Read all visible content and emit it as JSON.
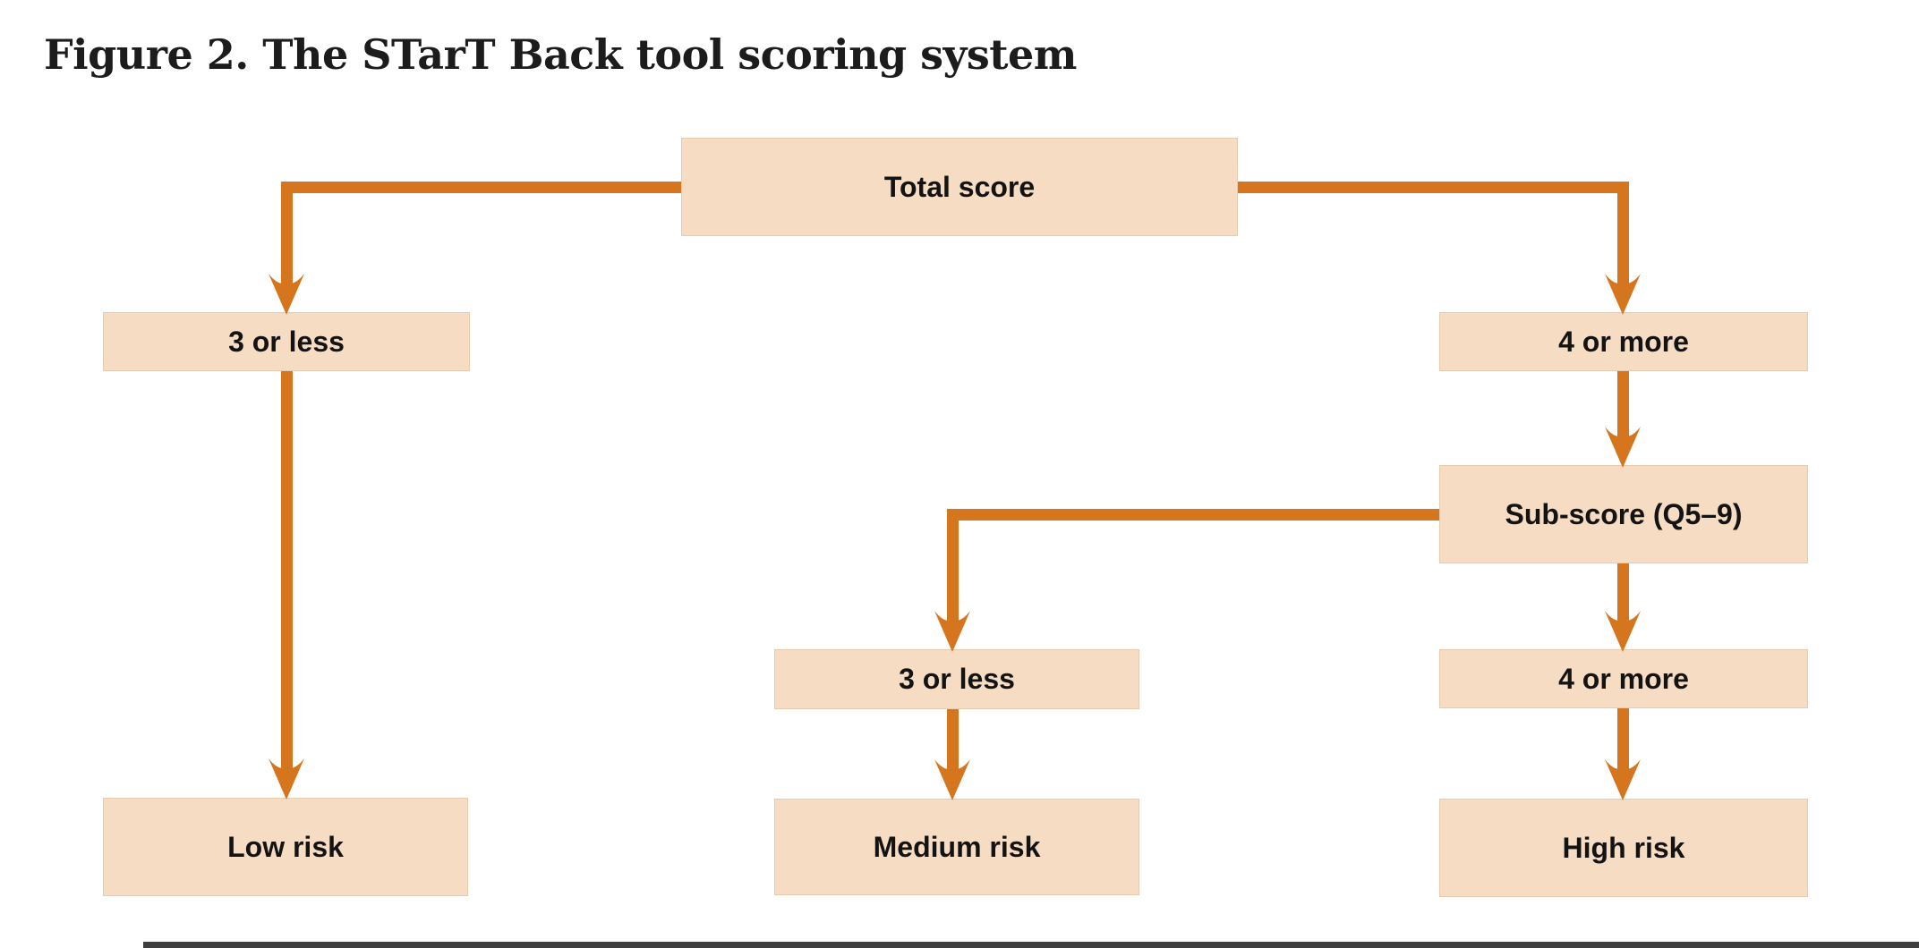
{
  "title": "Figure 2. The STarT Back tool scoring system",
  "colors": {
    "background": "#ffffff",
    "box_fill": "#f6dcc3",
    "arrow": "#d5761f",
    "title_text": "#1c1c1c",
    "box_text": "#131313",
    "bottom_rule": "#3f3f3f"
  },
  "nodes": [
    {
      "id": "total-score",
      "label": "Total score"
    },
    {
      "id": "three-or-less",
      "label": "3 or less"
    },
    {
      "id": "four-or-more",
      "label": "4 or more"
    },
    {
      "id": "sub-score",
      "label": "Sub-score (Q5–9)"
    },
    {
      "id": "sub-three-or-less",
      "label": "3 or less"
    },
    {
      "id": "sub-four-or-more",
      "label": "4 or more"
    },
    {
      "id": "low-risk",
      "label": "Low risk"
    },
    {
      "id": "medium-risk",
      "label": "Medium risk"
    },
    {
      "id": "high-risk",
      "label": "High risk"
    }
  ],
  "edges": [
    {
      "from": "total-score",
      "to": "three-or-less"
    },
    {
      "from": "total-score",
      "to": "four-or-more"
    },
    {
      "from": "three-or-less",
      "to": "low-risk"
    },
    {
      "from": "four-or-more",
      "to": "sub-score"
    },
    {
      "from": "sub-score",
      "to": "sub-three-or-less"
    },
    {
      "from": "sub-score",
      "to": "sub-four-or-more"
    },
    {
      "from": "sub-three-or-less",
      "to": "medium-risk"
    },
    {
      "from": "sub-four-or-more",
      "to": "high-risk"
    }
  ]
}
